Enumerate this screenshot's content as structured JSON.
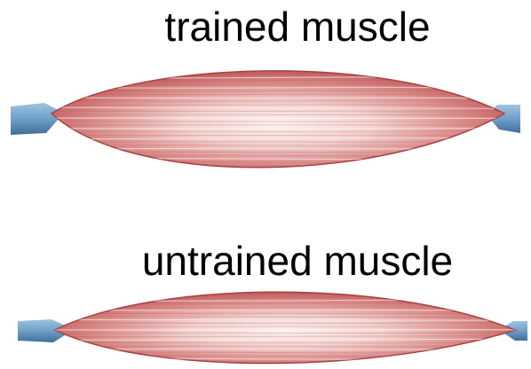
{
  "labels": {
    "trained": "trained muscle",
    "untrained": "untrained muscle"
  },
  "colors": {
    "muscle_dark": "#b5494a",
    "muscle_mid": "#d98a88",
    "muscle_light": "#f6e6e4",
    "tendon": "#6f9fc6",
    "tendon_dark": "#3f6f98",
    "background": "#ffffff",
    "text": "#000000"
  },
  "icons": {
    "trained": "muscle-belly-thick",
    "untrained": "muscle-belly-thin"
  }
}
